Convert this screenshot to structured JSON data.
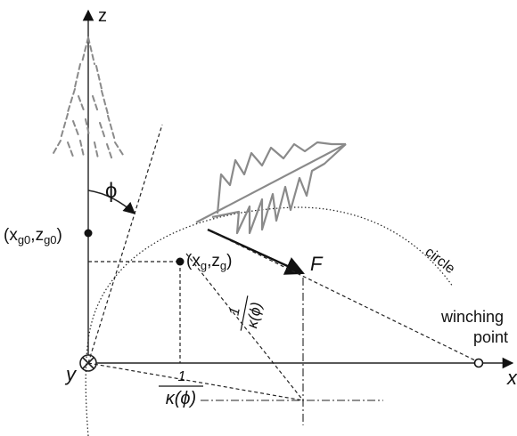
{
  "axes": {
    "z": "z",
    "x": "x",
    "y": "y"
  },
  "angle": {
    "phi": "ϕ"
  },
  "initial_cg": {
    "open": "(x",
    "sub1": "g0",
    "comma": ",z",
    "sub2": "g0",
    "close": ")"
  },
  "current_cg": {
    "open": "(x",
    "sub1": "g",
    "comma": ",z",
    "sub2": "g",
    "close": ")"
  },
  "force": {
    "label": "F"
  },
  "circle_label": "circle",
  "winching": {
    "line1": "winching",
    "line2": "point"
  },
  "radius": {
    "numerator": "1",
    "denominator": "κ(ϕ)"
  }
}
